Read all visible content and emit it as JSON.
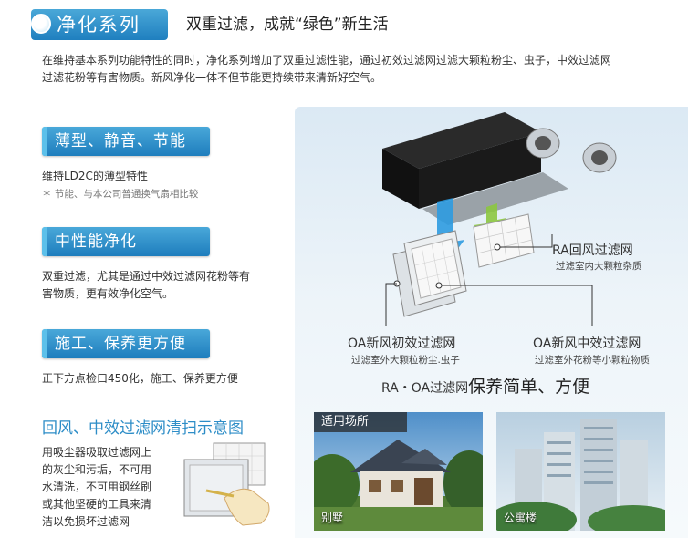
{
  "header": {
    "series_title": "净化系列",
    "slogan": "双重过滤，成就“绿色”新生活",
    "intro_line1": "在维持基本系列功能特性的同时，净化系列增加了双重过滤性能，通过初效过滤网过滤大颗粒粉尘、虫子，中效过滤网",
    "intro_line2": "过滤花粉等有害物质。新风净化一体不但节能更持续带来清新好空气。"
  },
  "features": [
    {
      "title": "薄型、静音、节能",
      "text1": "维持LD2C的薄型特性",
      "note": "＊ 节能、与本公司普通换气扇相比较"
    },
    {
      "title": "中性能净化",
      "text1": "双重过滤，尤其是通过中效过滤网花粉等有",
      "text2": "害物质，更有效净化空气。"
    },
    {
      "title": "施工、保养更方便",
      "text1": "正下方点检口450化，施工、保养更方便"
    }
  ],
  "cleaning": {
    "title": "回风、中效过滤网清扫示意图",
    "lines": [
      "用吸尘器吸取过滤网上",
      "的灰尘和污垢，不可用",
      "水清洗，不可用钢丝刷",
      "或其他坚硬的工具来清",
      "洁以免损坏过滤网"
    ]
  },
  "diagram": {
    "ra_title": "RA回风过滤网",
    "ra_sub": "过滤室内大颗粒杂质",
    "oa1_title": "OA新风初效过滤网",
    "oa1_sub": "过滤室外大颗粒粉尘.虫子",
    "oa2_title": "OA新风中效过滤网",
    "oa2_sub": "过滤室外花粉等小颗粒物质",
    "maint_prefix": "RA・OA过滤网",
    "maint_big": "保养简单、方便"
  },
  "usage": {
    "tag": "适用场所",
    "villa": "别墅",
    "apartment": "公寓楼"
  },
  "colors": {
    "accent": "#1f7fbf",
    "arrow_blue": "#2e9be0",
    "arrow_green": "#8cc63f",
    "clean_title": "#2d8dc7"
  }
}
